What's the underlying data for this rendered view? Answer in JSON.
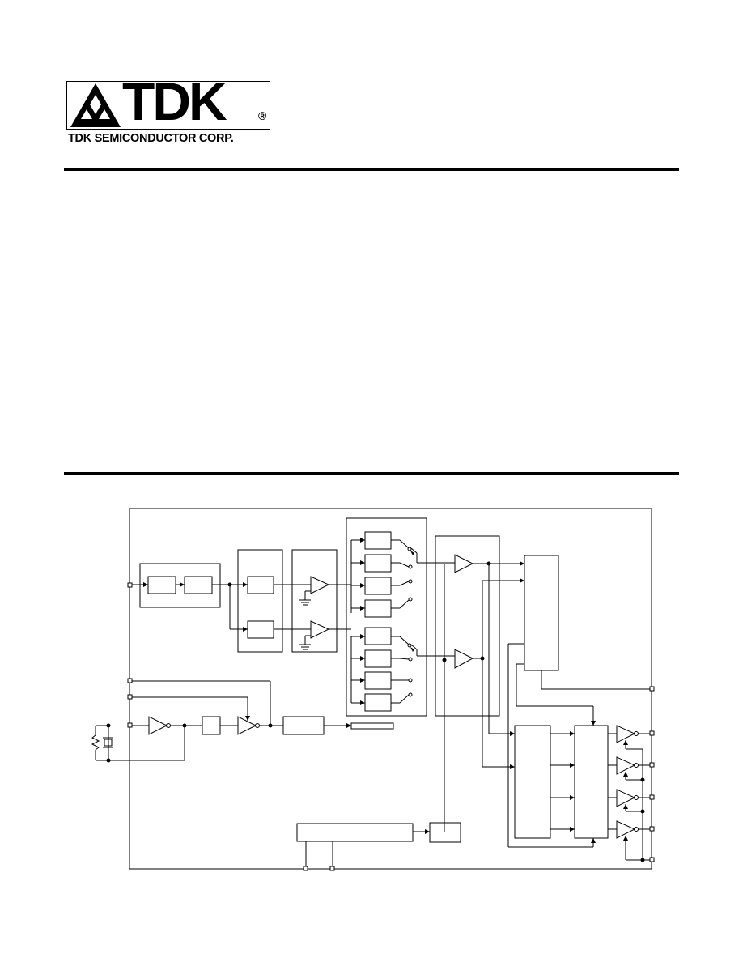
{
  "header": {
    "logo_text": "TDK",
    "registered_mark": "®",
    "company_name": "TDK SEMICONDUCTOR CORP."
  },
  "diagram": {
    "kind": "block-diagram",
    "labels": []
  }
}
